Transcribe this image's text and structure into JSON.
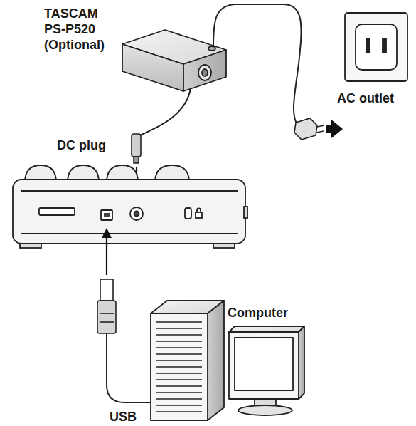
{
  "diagram": {
    "labels": [
      "TASCAM PS-P520 (Optional)",
      "AC outlet",
      "DC plug",
      "Computer",
      "USB"
    ]
  }
}
